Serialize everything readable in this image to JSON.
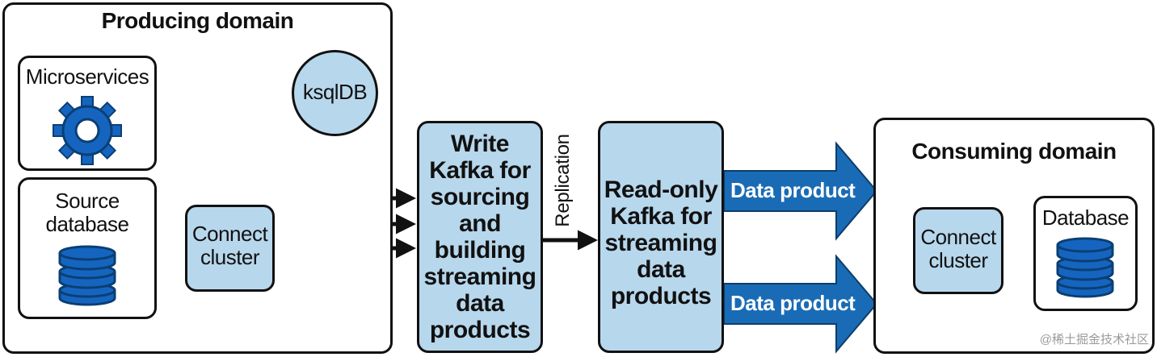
{
  "producing_domain": {
    "title": "Producing domain",
    "microservices": {
      "label": "Microservices",
      "icon": "gear-icon"
    },
    "ksqldb": {
      "label": "ksqlDB"
    },
    "source_database": {
      "label": "Source\ndatabase",
      "icon": "database-icon"
    },
    "connect_cluster": {
      "label": "Connect\ncluster"
    }
  },
  "write_kafka": {
    "label": "Write\nKafka for\nsourcing\nand\nbuilding\nstreaming\ndata\nproducts"
  },
  "replication": {
    "label": "Replication"
  },
  "read_kafka": {
    "label": "Read-only\nKafka for\nstreaming\ndata\nproducts"
  },
  "data_products": [
    {
      "label": "Data product"
    },
    {
      "label": "Data product"
    }
  ],
  "consuming_domain": {
    "title": "Consuming domain",
    "connect_cluster": {
      "label": "Connect\ncluster"
    },
    "database": {
      "label": "Database",
      "icon": "database-icon"
    }
  },
  "watermark": "@稀土掘金技术社区",
  "colors": {
    "box_fill": "#b7d7ec",
    "icon_blue": "#1565c0",
    "icon_dark": "#0b3f73",
    "arrow_fill": "#1a6bb5",
    "line": "#111111"
  }
}
